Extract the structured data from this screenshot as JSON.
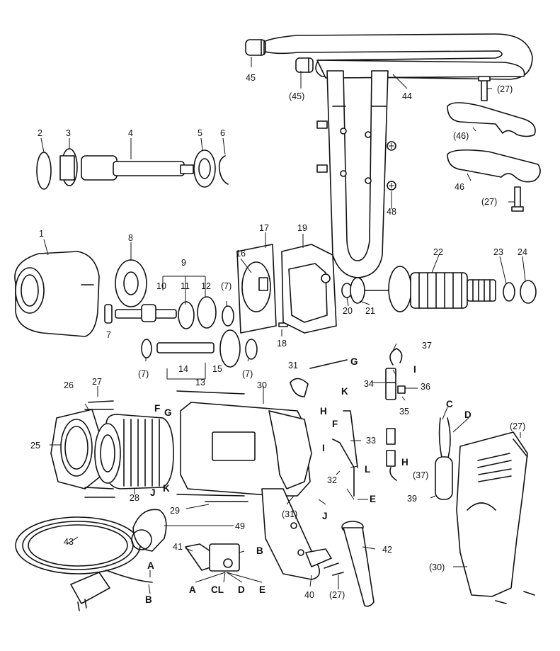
{
  "labels": {
    "p45": "45",
    "p45b": "(45)",
    "p44": "44",
    "p27a": "(27)",
    "p46b": "(46)",
    "p46": "46",
    "p27b": "(27)",
    "p48": "48",
    "p2": "2",
    "p3": "3",
    "p4": "4",
    "p5": "5",
    "p6": "6",
    "p1": "1",
    "p8": "8",
    "p9": "9",
    "p10": "10",
    "p11": "11",
    "p12": "12",
    "p7a": "(7)",
    "p7": "7",
    "p16": "16",
    "p17": "17",
    "p19": "19",
    "p18": "18",
    "p20": "20",
    "p21": "21",
    "p22": "22",
    "p23": "23",
    "p24": "24",
    "p7b": "(7)",
    "p7c": "(7)",
    "p13": "13",
    "p14": "14",
    "p15": "15",
    "p31": "31",
    "pG1": "G",
    "p37": "37",
    "pI1": "I",
    "p34": "34",
    "p36": "36",
    "p35": "35",
    "p26": "26",
    "p27c": "27",
    "p30": "30",
    "pK1": "K",
    "pH1": "H",
    "pF1": "F",
    "pG2": "G",
    "p25": "25",
    "p28": "28",
    "pJ1": "J",
    "pK2": "K",
    "pF2": "F",
    "p33": "33",
    "pI2": "I",
    "pL": "L",
    "p32": "32",
    "pE1": "E",
    "pH2": "H",
    "p37b": "(37)",
    "pC1": "C",
    "pD1": "D",
    "p39": "39",
    "p27d": "(27)",
    "p31b": "(31)",
    "pJ2": "J",
    "p29": "29",
    "p49": "49",
    "p43": "43",
    "p41": "41",
    "pB1": "B",
    "pA1": "A",
    "pCL": "CL",
    "pD2": "D",
    "pE2": "E",
    "pA2": "A",
    "pB2": "B",
    "p40": "40",
    "p27e": "(27)",
    "p42": "42",
    "p30b": "(30)"
  },
  "icons": {
    "handle": "side-handle-icon",
    "gearcase": "gear-case-icon",
    "armature": "armature-icon",
    "stator": "field-stator-icon",
    "housing": "motor-housing-icon",
    "cord": "power-cord-icon",
    "switch": "trigger-switch-icon",
    "rear_handle": "rear-handle-icon"
  }
}
